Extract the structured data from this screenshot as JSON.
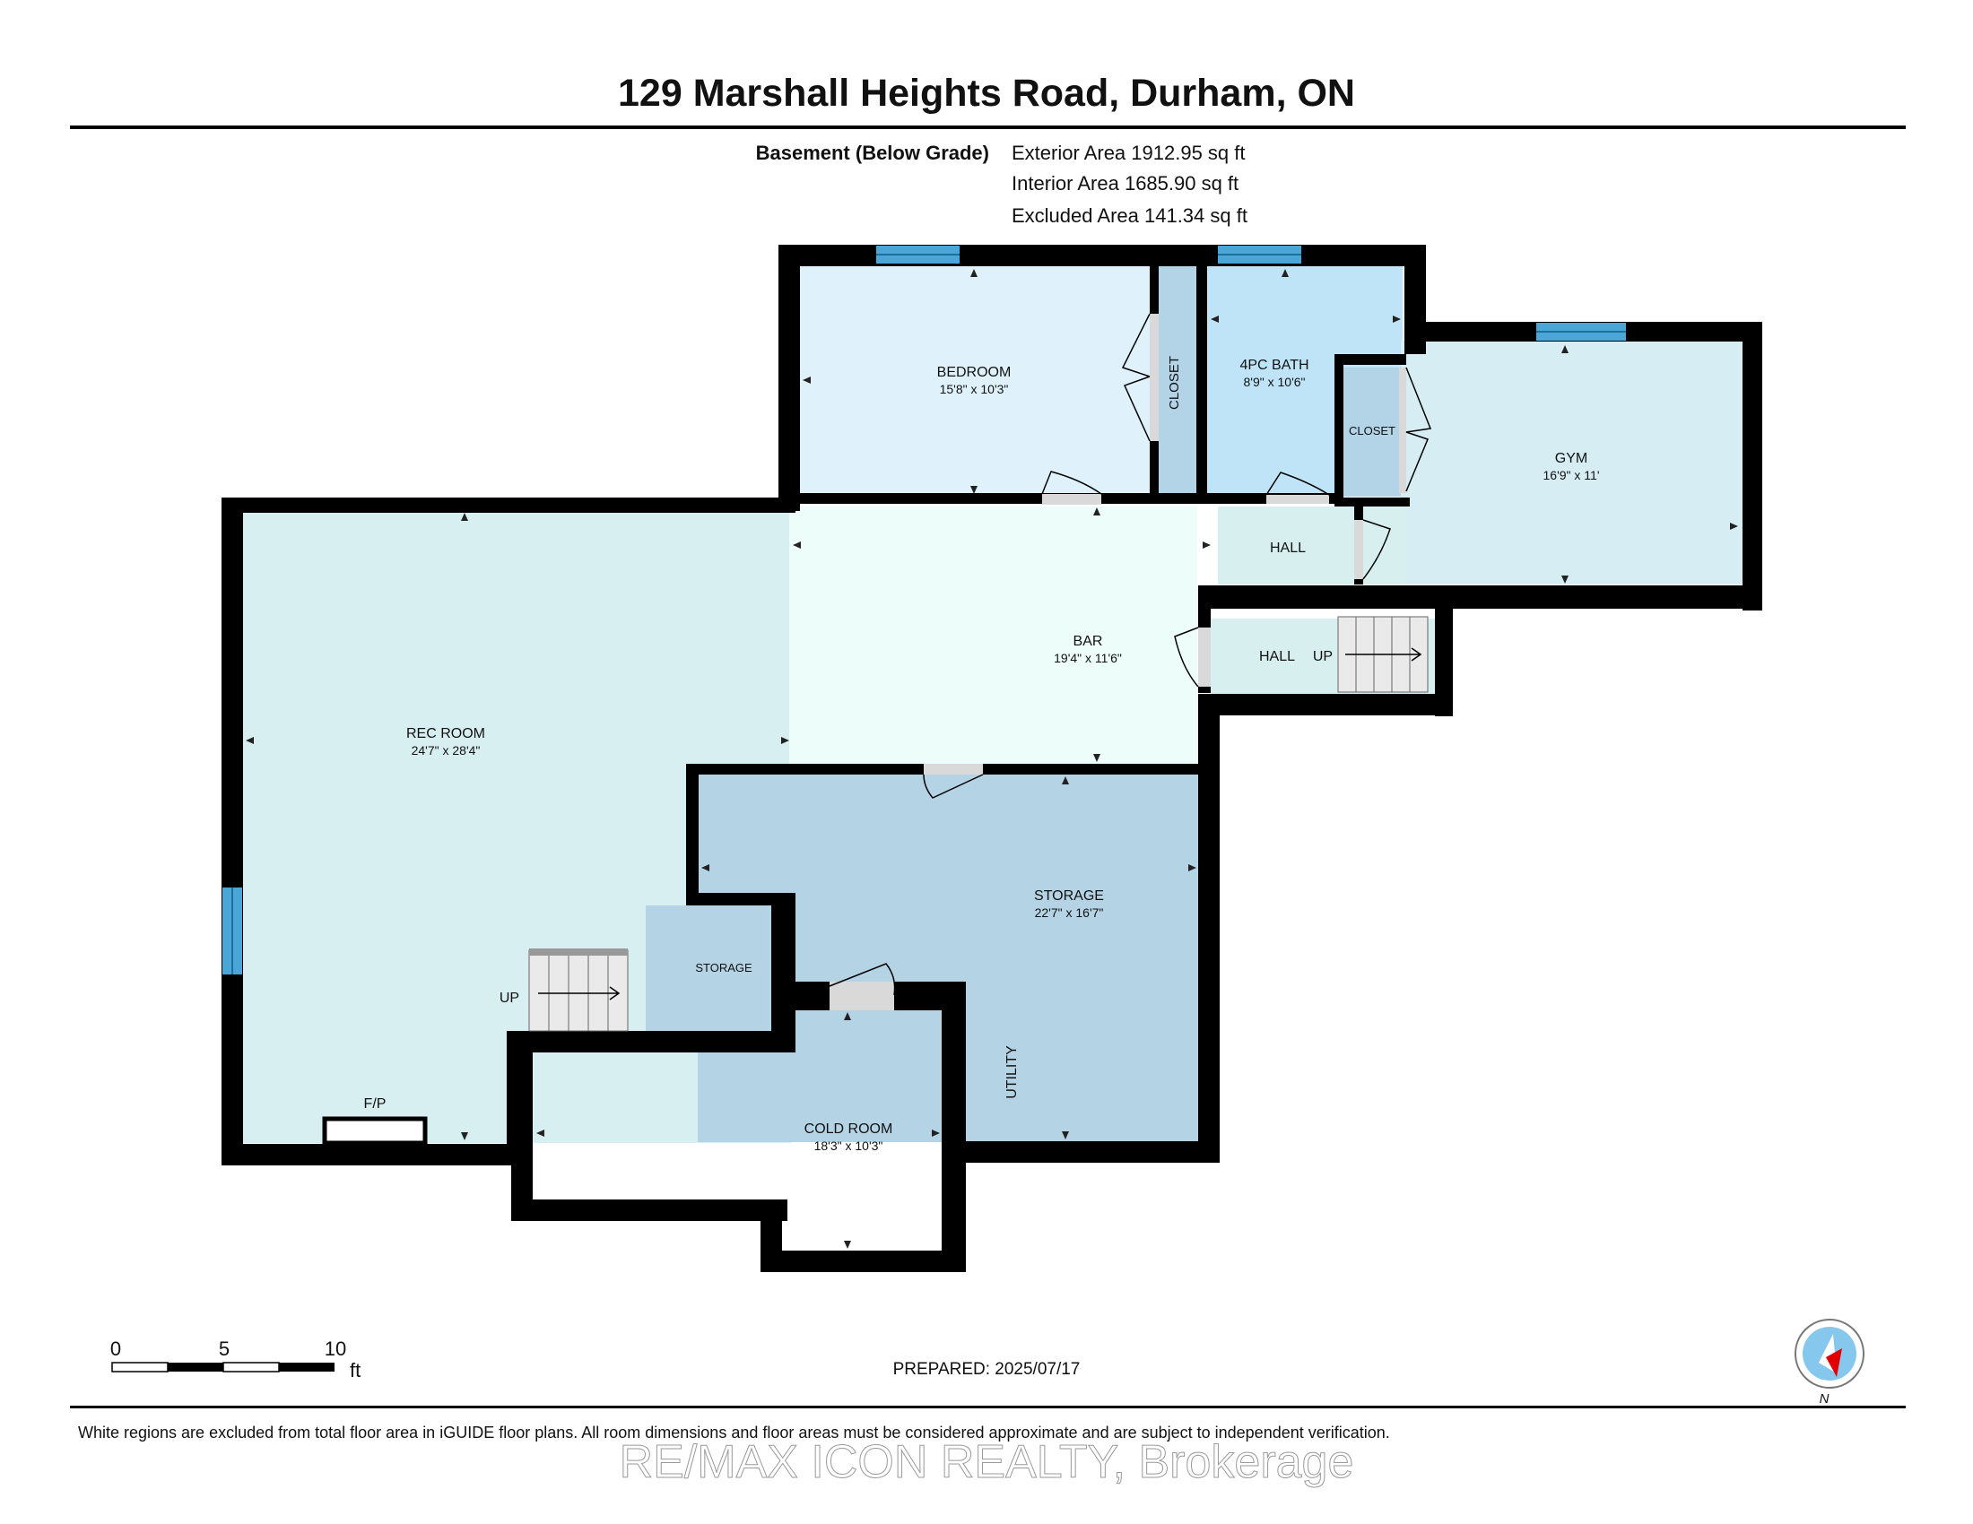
{
  "title": "129 Marshall Heights Road, Durham, ON",
  "level": {
    "name": "Basement (Below Grade)",
    "exterior_area": "Exterior Area 1912.95 sq ft",
    "interior_area": "Interior Area 1685.90 sq ft",
    "excluded_area": "Excluded Area 141.34 sq ft"
  },
  "rooms": {
    "bedroom": {
      "name": "BEDROOM",
      "dims": "15'8\" x 10'3\""
    },
    "closet_bedroom": {
      "name": "CLOSET"
    },
    "bath": {
      "name": "4PC BATH",
      "dims": "8'9\" x 10'6\""
    },
    "closet_bath": {
      "name": "CLOSET"
    },
    "gym": {
      "name": "GYM",
      "dims": "16'9\" x 11'"
    },
    "hall_upper": {
      "name": "HALL"
    },
    "hall_stairs": {
      "name": "HALL"
    },
    "bar": {
      "name": "BAR",
      "dims": "19'4\" x 11'6\""
    },
    "rec_room": {
      "name": "REC ROOM",
      "dims": "24'7\" x 28'4\""
    },
    "storage": {
      "name": "STORAGE",
      "dims": "22'7\" x 16'7\""
    },
    "storage_small": {
      "name": "STORAGE"
    },
    "cold_room": {
      "name": "COLD ROOM",
      "dims": "18'3\" x 10'3\""
    }
  },
  "labels": {
    "up_right": "UP",
    "up_left": "UP",
    "fireplace": "F/P",
    "utility": "UTILITY"
  },
  "scale": {
    "tick_0": "0",
    "tick_5": "5",
    "tick_10": "10",
    "unit": "ft"
  },
  "prepared": "PREPARED: 2025/07/17",
  "compass": {
    "label": "N"
  },
  "footer": "White regions are excluded from total floor area in iGUIDE floor plans. All room dimensions and floor areas must be considered approximate and are subject to independent verification.",
  "watermark": "RE/MAX ICON REALTY, Brokerage",
  "colors": {
    "wall": "#000000",
    "bedroom": "#dff2fb",
    "bath": "#bfe4f7",
    "closet": "#b3d3e6",
    "gym": "#d6eef3",
    "rec_room": "#d8eff2",
    "bar": "#edfdfa",
    "storage": "#b4d4e6",
    "hall": "#d8efef",
    "window": "#4aa6d6"
  }
}
